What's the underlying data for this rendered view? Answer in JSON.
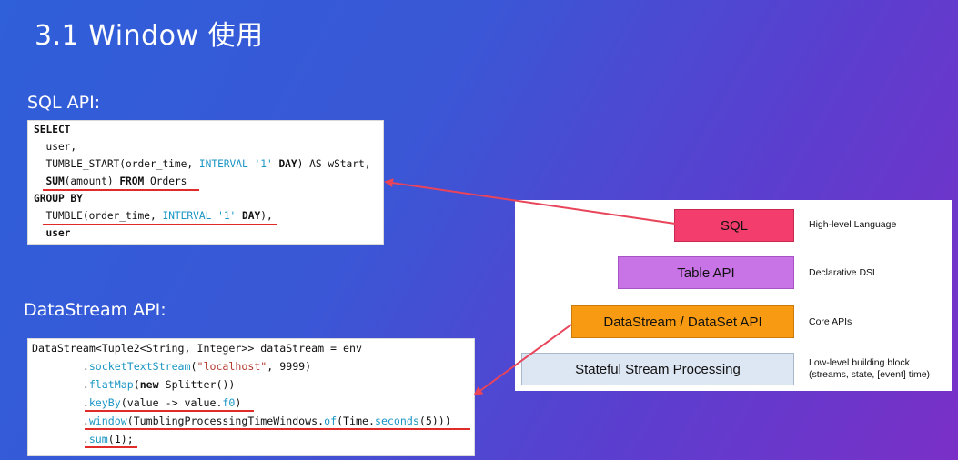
{
  "slide": {
    "title": "3.1 Window 使用",
    "sql_label": "SQL API:",
    "ds_label": "DataStream API:"
  },
  "sql_code": {
    "l1": "SELECT",
    "l2": "  user,",
    "l3a": "  TUMBLE_START(order_time, ",
    "l3b": "INTERVAL",
    "l3c": " '1'",
    "l3d": " DAY",
    "l3e": ") AS wStart,",
    "l4a": "  SUM",
    "l4b": "(amount) ",
    "l4c": "FROM",
    "l4d": " Orders",
    "l5": "GROUP BY",
    "l6a": "  TUMBLE(order_time, ",
    "l6b": "INTERVAL",
    "l6c": " '1'",
    "l6d": " DAY",
    "l6e": "),",
    "l7": "  user"
  },
  "ds_code": {
    "l1": "DataStream<Tuple2<String, Integer>> dataStream = env",
    "l2a": "        .",
    "l2b": "socketTextStream",
    "l2c": "(",
    "l2d": "\"localhost\"",
    "l2e": ", 9999)",
    "l3a": "        .",
    "l3b": "flatMap",
    "l3c": "(",
    "l3d": "new",
    "l3e": " Splitter())",
    "l4a": "        .",
    "l4b": "keyBy",
    "l4c": "(value -> value.",
    "l4d": "f0",
    "l4e": ")",
    "l5a": "        .",
    "l5b": "window",
    "l5c": "(TumblingProcessingTimeWindows.",
    "l5d": "of",
    "l5e": "(Time.",
    "l5f": "seconds",
    "l5g": "(5)))",
    "l6a": "        .",
    "l6b": "sum",
    "l6c": "(1);"
  },
  "api_stack": {
    "layers": [
      {
        "name": "SQL",
        "desc": "High-level Language",
        "color": "#f23d6d"
      },
      {
        "name": "Table API",
        "desc": "Declarative DSL",
        "color": "#c873e6"
      },
      {
        "name": "DataStream / DataSet API",
        "desc": "Core APIs",
        "color": "#f89b12"
      },
      {
        "name": "Stateful Stream Processing",
        "desc_1": "Low-level building block",
        "desc_2": "(streams, state, [event] time)",
        "color": "#dde6f3"
      }
    ]
  },
  "colors": {
    "arrow": "#e8445a",
    "underline": "#e02b2b"
  }
}
